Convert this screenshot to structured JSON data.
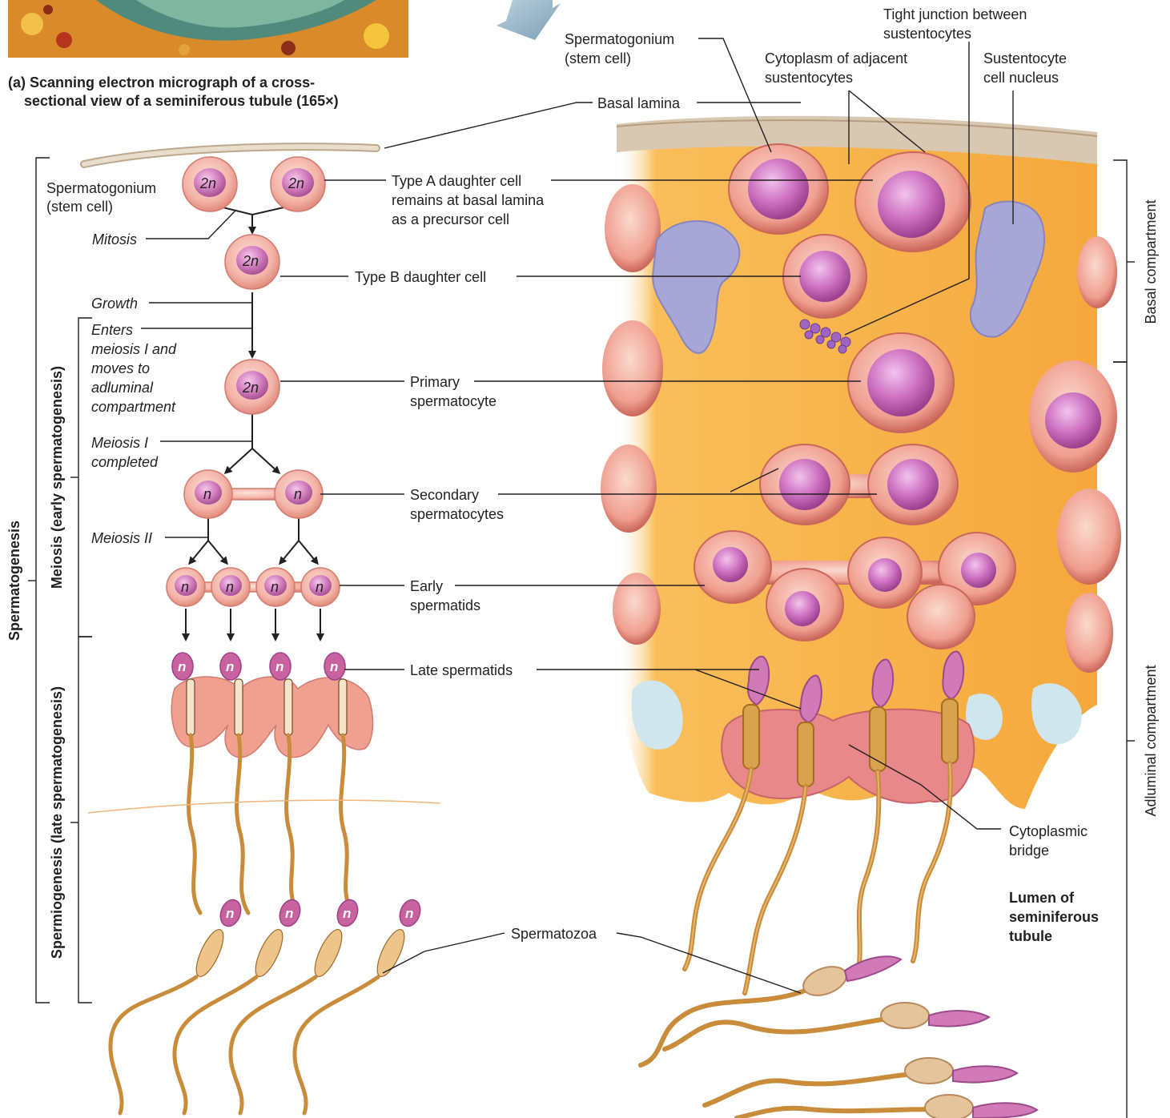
{
  "caption": {
    "line1": "(a) Scanning electron micrograph of a cross-",
    "line2": "sectional view of a seminiferous tubule (165×)"
  },
  "labels": {
    "spermatogonium_left_1": "Spermatogonium",
    "spermatogonium_left_2": "(stem cell)",
    "mitosis": "Mitosis",
    "growth": "Growth",
    "enters_1": "Enters",
    "enters_2": "meiosis I and",
    "enters_3": "moves to",
    "enters_4": "adluminal",
    "enters_5": "compartment",
    "meiosis1_1": "Meiosis I",
    "meiosis1_2": "completed",
    "meiosis2": "Meiosis II",
    "type_a_1": "Type A daughter cell",
    "type_a_2": "remains at basal lamina",
    "type_a_3": "as a precursor cell",
    "type_b": "Type B daughter cell",
    "primary_1": "Primary",
    "primary_2": "spermatocyte",
    "secondary_1": "Secondary",
    "secondary_2": "spermatocytes",
    "early_1": "Early",
    "early_2": "spermatids",
    "late": "Late spermatids",
    "spermatozoa": "Spermatozoa",
    "spermatogonium_top_1": "Spermatogonium",
    "spermatogonium_top_2": "(stem cell)",
    "tight_1": "Tight junction between",
    "tight_2": "sustentocytes",
    "cytoplasm_1": "Cytoplasm of adjacent",
    "cytoplasm_2": "sustentocytes",
    "sust_nucleus_1": "Sustentocyte",
    "sust_nucleus_2": "cell nucleus",
    "basal_lamina": "Basal lamina",
    "cyto_bridge_1": "Cytoplasmic",
    "cyto_bridge_2": "bridge",
    "lumen_1": "Lumen of",
    "lumen_2": "seminiferous",
    "lumen_3": "tubule"
  },
  "brackets": {
    "spermatogenesis": "Spermatogenesis",
    "meiosis": "Meiosis (early spermatogenesis)",
    "spermiogenesis": "Spermiogenesis (late spermatogenesis)",
    "basal_compartment": "Basal compartment",
    "adluminal_compartment": "Adluminal compartment"
  },
  "ploidy": {
    "diploid": "2n",
    "haploid": "n"
  },
  "colors": {
    "cell_fill": "#f3b3a7",
    "nucleus": "#c86bb8",
    "cytoplasm": "#f7b04a",
    "lamina": "#d8c7b0",
    "flagellum": "#dba35a",
    "arrow_blue": "#9ab7c9"
  }
}
